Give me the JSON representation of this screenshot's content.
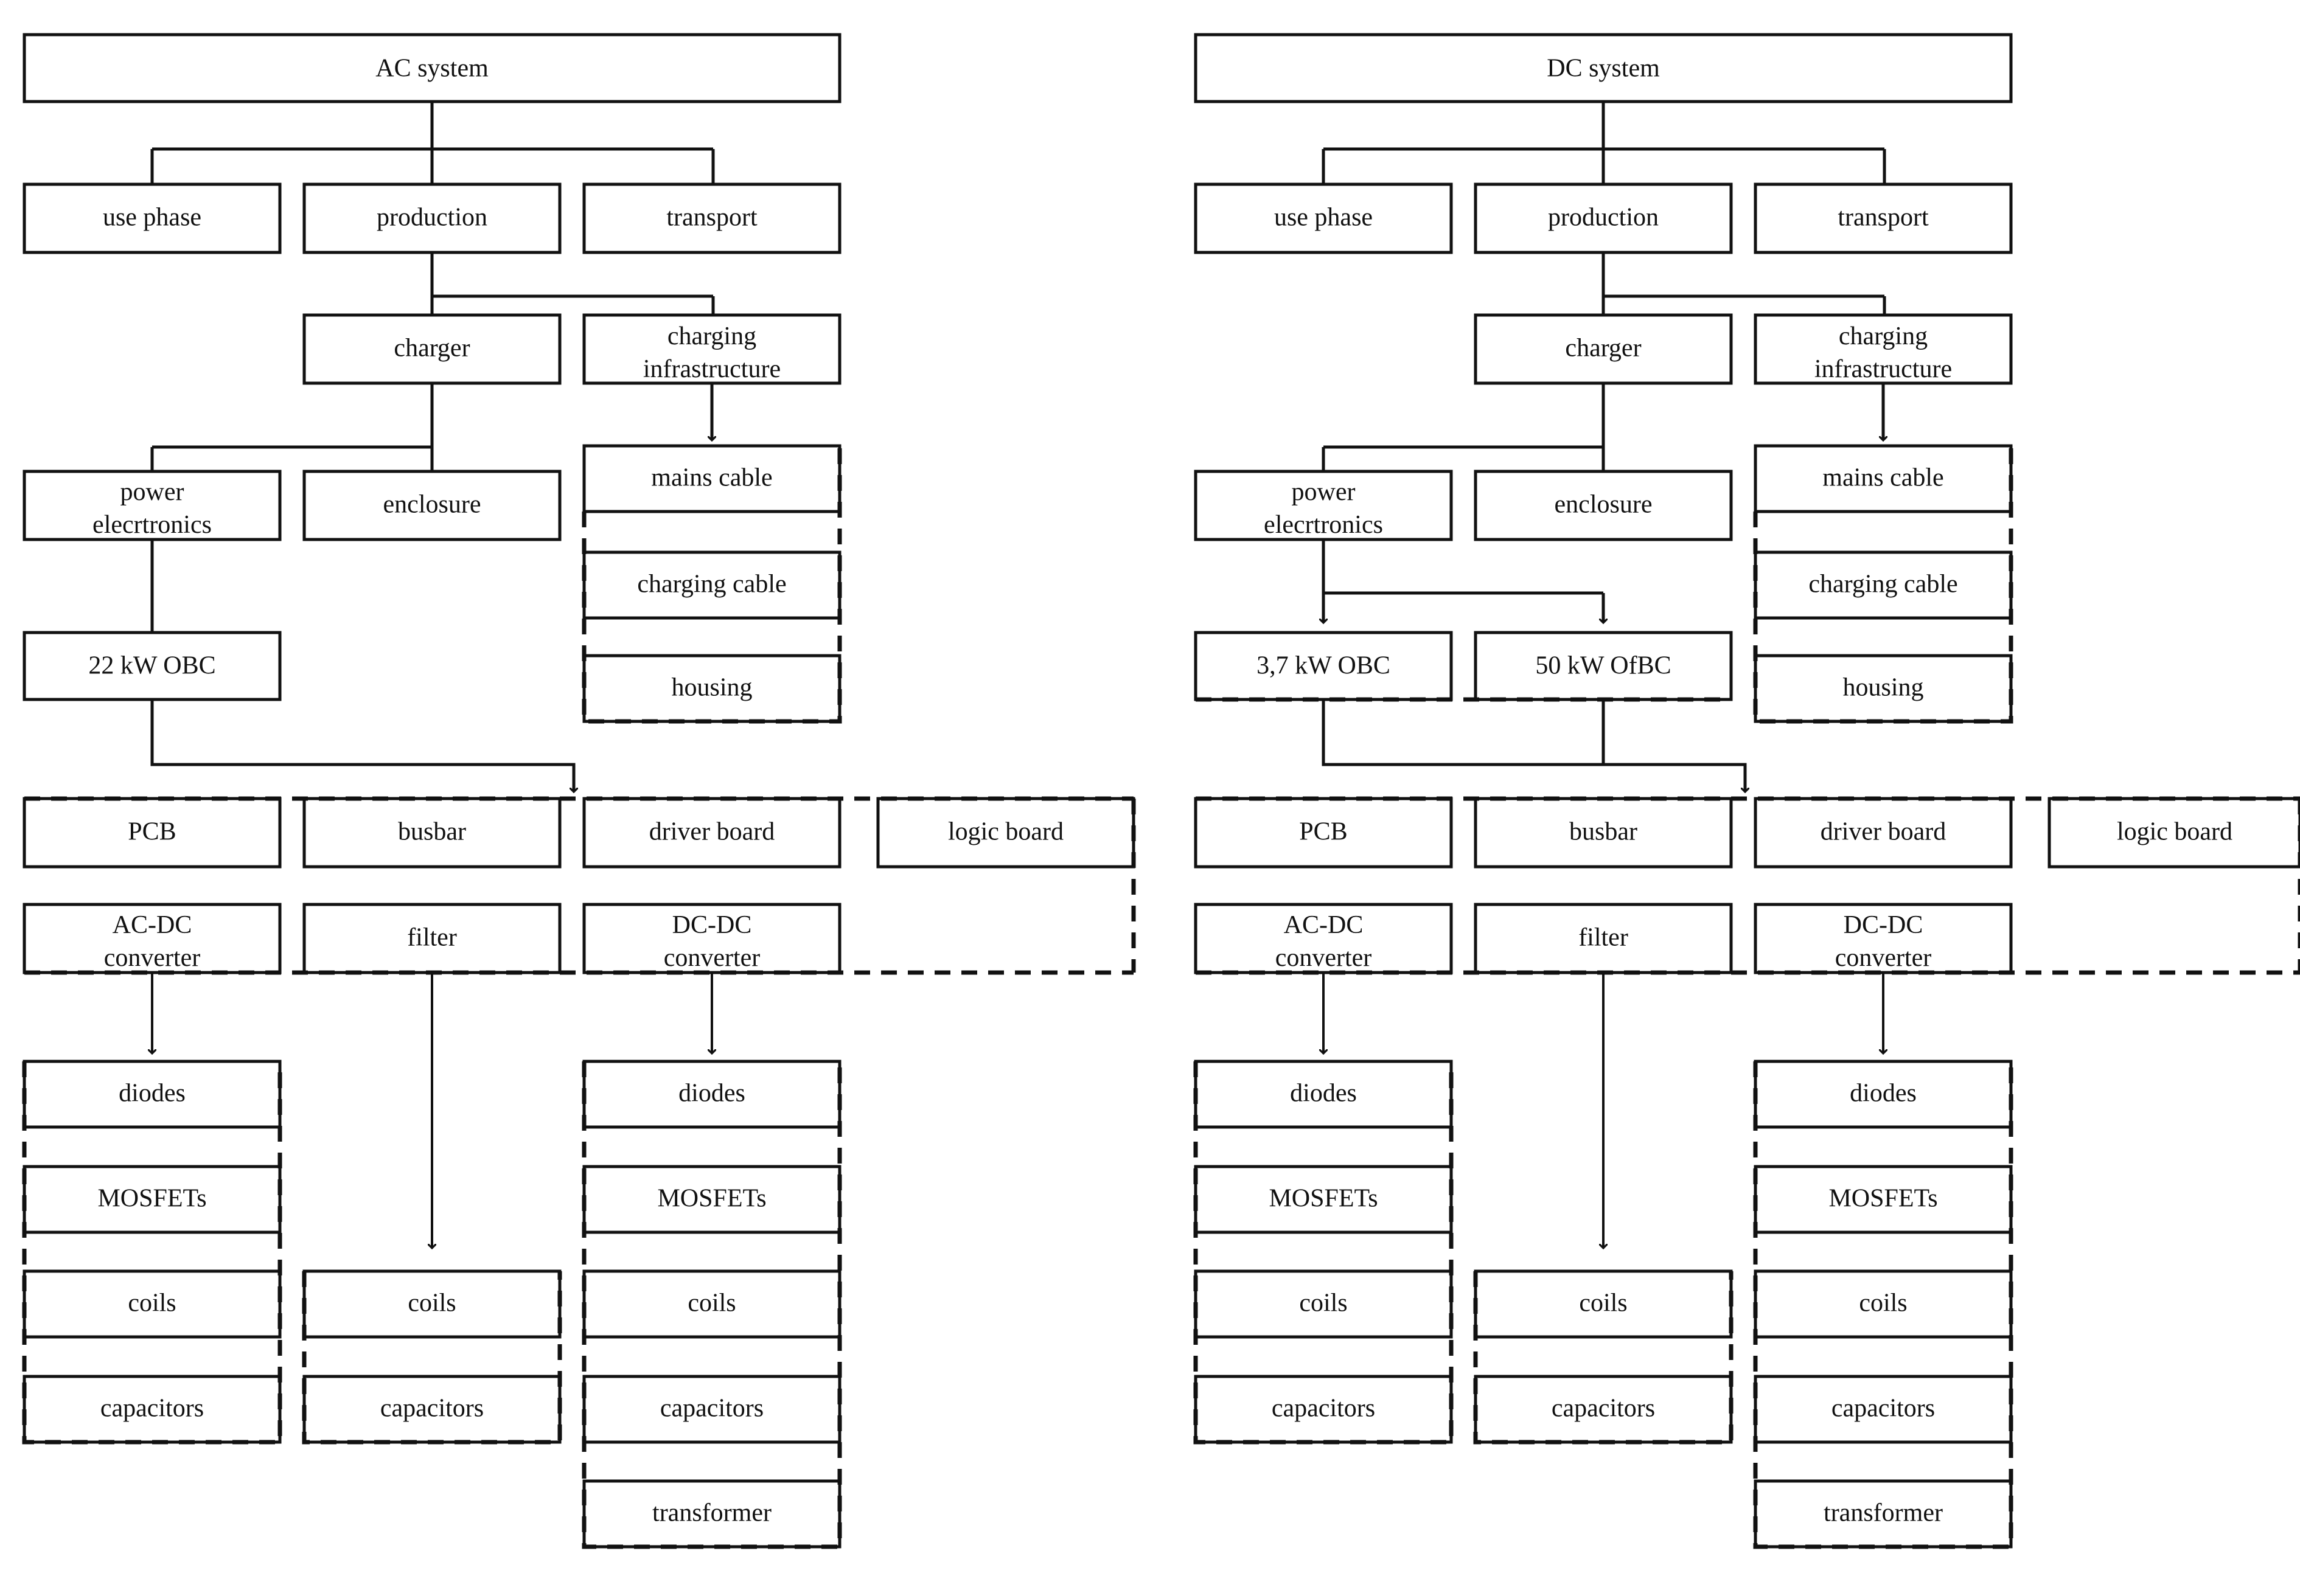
{
  "diagram": {
    "title_left": "AC system",
    "title_right": "DC system",
    "panels": [
      {
        "id": "ac",
        "root": "AC system",
        "level1": [
          "use phase",
          "production",
          "transport"
        ],
        "level2": [
          "charger",
          "charging infrastructure"
        ],
        "level3": [
          "power elecrtronics",
          "enclosure"
        ],
        "infrastructure_parts": [
          "mains cable",
          "charging cable",
          "housing"
        ],
        "obc": [
          "22 kW OBC"
        ],
        "boards": [
          "PCB",
          "busbar",
          "driver board",
          "logic board"
        ],
        "converters": [
          "AC-DC converter",
          "filter",
          "DC-DC converter"
        ],
        "column_pcb_parts": [
          "diodes",
          "MOSFETs",
          "coils",
          "capacitors"
        ],
        "column_busbar_parts": [
          "coils",
          "capacitors"
        ],
        "column_driver_parts": [
          "diodes",
          "MOSFETs",
          "coils",
          "capacitors",
          "transformer"
        ]
      },
      {
        "id": "dc",
        "root": "DC system",
        "level1": [
          "use phase",
          "production",
          "transport"
        ],
        "level2": [
          "charger",
          "charging infrastructure"
        ],
        "level3": [
          "power elecrtronics",
          "enclosure"
        ],
        "infrastructure_parts": [
          "mains cable",
          "charging cable",
          "housing"
        ],
        "obc": [
          "3,7 kW OBC",
          "50 kW OfBC"
        ],
        "boards": [
          "PCB",
          "busbar",
          "driver board",
          "logic board"
        ],
        "converters": [
          "AC-DC converter",
          "filter",
          "DC-DC converter"
        ],
        "column_pcb_parts": [
          "diodes",
          "MOSFETs",
          "coils",
          "capacitors"
        ],
        "column_busbar_parts": [
          "coils",
          "capacitors"
        ],
        "column_driver_parts": [
          "diodes",
          "MOSFETs",
          "coils",
          "capacitors",
          "transformer"
        ]
      }
    ],
    "colors": {
      "stroke": "#111111",
      "fill": "#ffffff",
      "background": "#ffffff"
    }
  }
}
